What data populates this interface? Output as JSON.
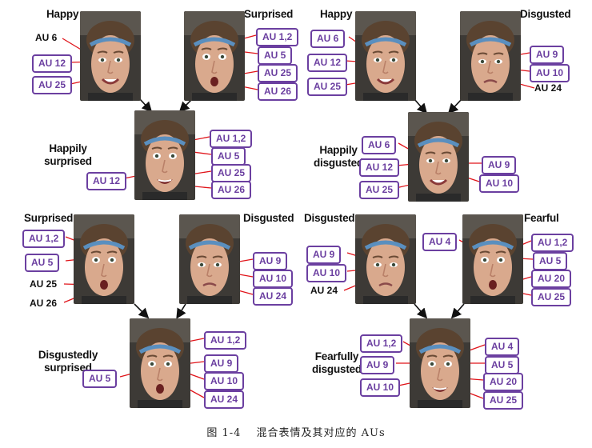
{
  "panels": [
    {
      "a": {
        "label": "Happy",
        "text_aus": [
          "AU 6"
        ],
        "box_aus": [
          "AU 12",
          "AU 25"
        ]
      },
      "b": {
        "label": "Surprised",
        "box_aus": [
          "AU 1,2",
          "AU 5",
          "AU 25",
          "AU 26"
        ]
      },
      "c": {
        "label_line1": "Happily",
        "label_line2": "surprised",
        "box_aus_right": [
          "AU 1,2",
          "AU 5",
          "AU 25",
          "AU 26"
        ],
        "box_aus_left": [
          "AU 12"
        ]
      }
    },
    {
      "a": {
        "label": "Happy",
        "box_aus": [
          "AU 6",
          "AU 12",
          "AU 25"
        ]
      },
      "b": {
        "label": "Disgusted",
        "box_aus": [
          "AU 9",
          "AU 10"
        ],
        "text_aus": [
          "AU 24"
        ]
      },
      "c": {
        "label_line1": "Happily",
        "label_line2": "disgusted",
        "box_aus_left": [
          "AU 6",
          "AU 12",
          "AU 25"
        ],
        "box_aus_right": [
          "AU 9",
          "AU 10"
        ]
      }
    },
    {
      "a": {
        "label": "Surprised",
        "box_aus": [
          "AU 1,2",
          "AU 5"
        ],
        "text_aus": [
          "AU 25",
          "AU 26"
        ]
      },
      "b": {
        "label": "Disgusted",
        "box_aus": [
          "AU 9",
          "AU 10",
          "AU 24"
        ]
      },
      "c": {
        "label_line1": "Disgustedly",
        "label_line2": "surprised",
        "box_aus_left": [
          "AU 5"
        ],
        "box_aus_right": [
          "AU 1,2",
          "AU 9",
          "AU 10",
          "AU 24"
        ]
      }
    },
    {
      "a": {
        "label": "Disgusted",
        "box_aus": [
          "AU 9",
          "AU 10"
        ],
        "text_aus": [
          "AU 24"
        ]
      },
      "b": {
        "label": "Fearful",
        "box_aus_left": [
          "AU 4"
        ],
        "box_aus": [
          "AU 1,2",
          "AU 5",
          "AU 20",
          "AU 25"
        ]
      },
      "c": {
        "label_line1": "Fearfully",
        "label_line2": "disgusted",
        "box_aus_left": [
          "AU 1,2",
          "AU 9",
          "AU 10"
        ],
        "box_aus_right": [
          "AU 4",
          "AU 5",
          "AU 20",
          "AU 25"
        ]
      }
    }
  ],
  "caption": "图 1-4　 混合表情及其对应的 AUs",
  "colors": {
    "au_border": "#6b3fa0",
    "line": "#e0141a",
    "arrow": "#111111"
  }
}
